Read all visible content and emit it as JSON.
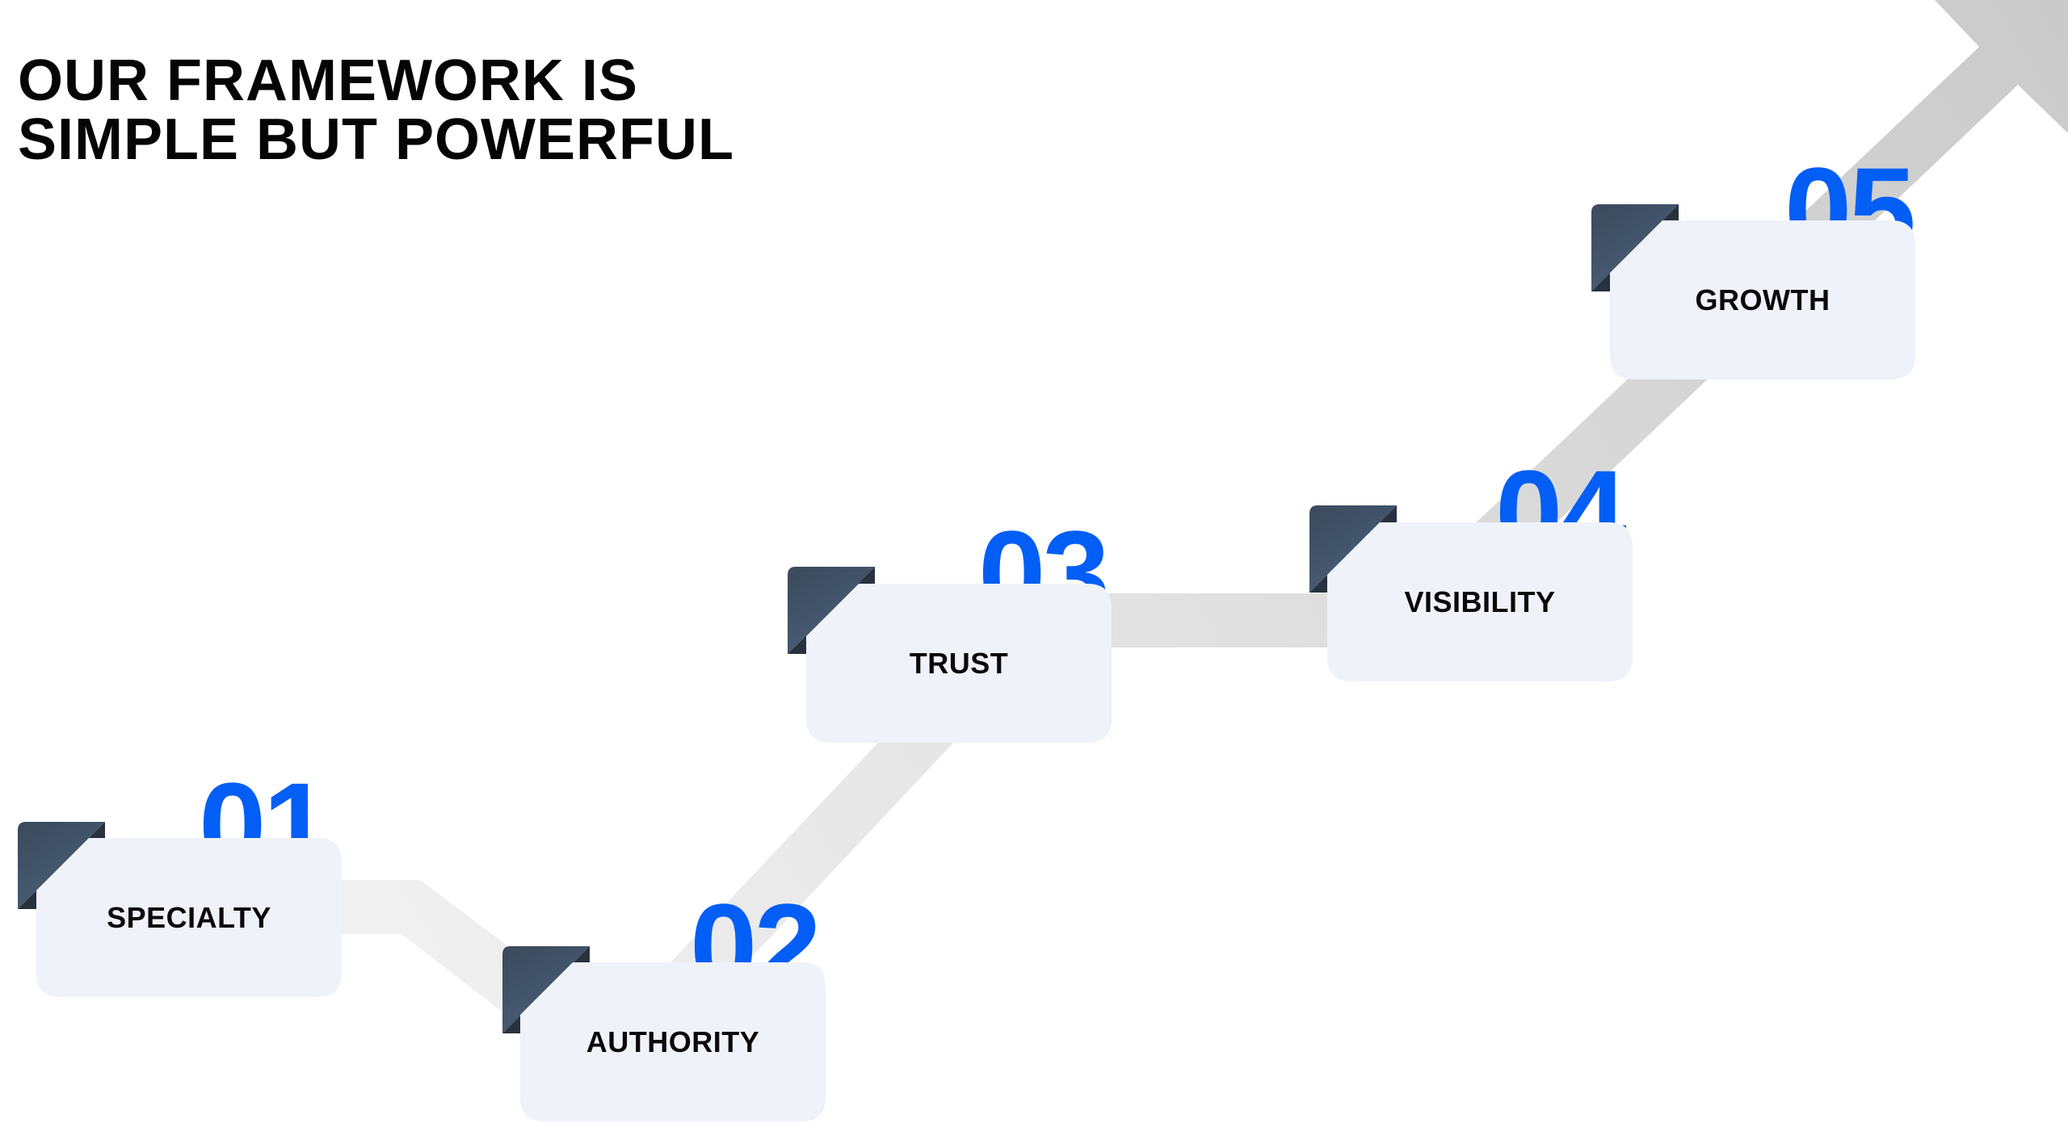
{
  "title": {
    "line1": "OUR FRAMEWORK IS",
    "line2": "SIMPLE BUT POWERFUL"
  },
  "steps": [
    {
      "number": "01",
      "label": "SPECIALTY"
    },
    {
      "number": "02",
      "label": "AUTHORITY"
    },
    {
      "number": "03",
      "label": "TRUST"
    },
    {
      "number": "04",
      "label": "VISIBILITY"
    },
    {
      "number": "05",
      "label": "GROWTH"
    }
  ],
  "colors": {
    "number": "#035ef5",
    "card": "#eff2f9",
    "tab_light": "#4a5f78",
    "tab_dark": "#28323e",
    "path_light": "#f1f1f1",
    "path_dark": "#cbcbcb",
    "text": "#0a0a0a"
  },
  "icons": {
    "progress_arrow": "arrow-up-right-icon"
  }
}
